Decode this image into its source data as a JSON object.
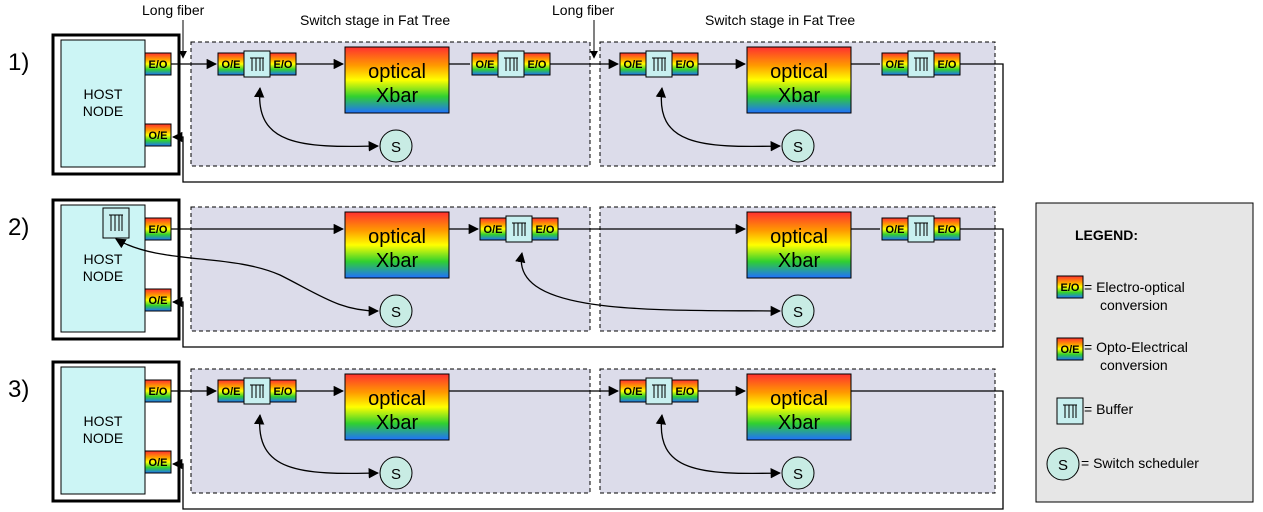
{
  "header": {
    "long_fiber_1": "Long fiber",
    "long_fiber_2": "Long fiber",
    "stage_label_1": "Switch stage in Fat Tree",
    "stage_label_2": "Switch stage in Fat Tree"
  },
  "rows": [
    {
      "number": "1)",
      "host_line1": "HOST",
      "host_line2": "NODE"
    },
    {
      "number": "2)",
      "host_line1": "HOST",
      "host_line2": "NODE"
    },
    {
      "number": "3)",
      "host_line1": "HOST",
      "host_line2": "NODE"
    }
  ],
  "components": {
    "eo_label": "E/O",
    "oe_label": "O/E",
    "xbar_line1": "optical",
    "xbar_line2": "Xbar",
    "scheduler_label": "S"
  },
  "legend": {
    "title": "LEGEND:",
    "eo_line1": "= Electro-optical",
    "eo_line2": "conversion",
    "oe_line1": "= Opto-Electrical",
    "oe_line2": "conversion",
    "buffer": "= Buffer",
    "scheduler": "= Switch scheduler"
  },
  "colors": {
    "stage_fill": "#dcdcea",
    "host_fill": "#ccf5f5",
    "buffer_fill": "#c8f0f0",
    "scheduler_fill": "#c8ece4",
    "legend_fill": "#e6e6e6",
    "rainbow": [
      "#ff3030",
      "#ff9a00",
      "#ffff00",
      "#30d030",
      "#2070ff"
    ]
  }
}
